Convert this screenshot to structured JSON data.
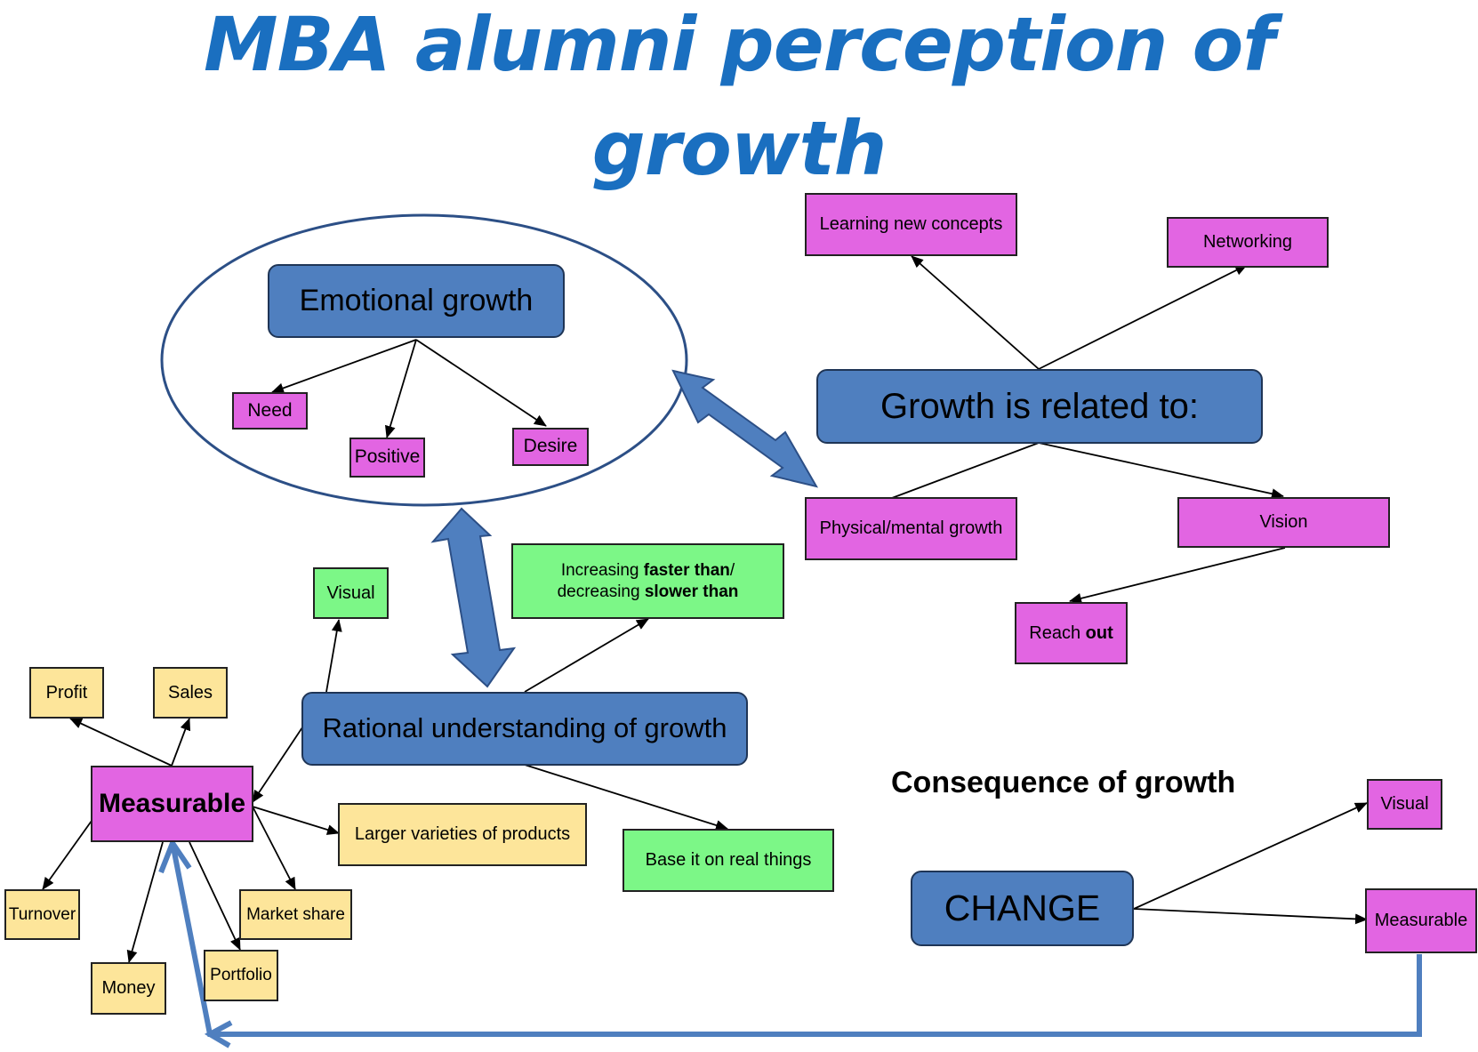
{
  "title": {
    "line1": "MBA alumni perception of",
    "line2": "growth"
  },
  "colors": {
    "title": "#1a6fc0",
    "main_node": "#4f7fbf",
    "pink_node": "#e265e2",
    "yellow_node": "#fde59a",
    "green_node": "#7cf787",
    "double_arrow": "#4f7fbf",
    "feedback_arrow": "#4f7fbf",
    "ellipse_stroke": "#2c4f86"
  },
  "nodes": {
    "emotional_growth": "Emotional growth",
    "need": "Need",
    "positive": "Positive",
    "desire": "Desire",
    "growth_related": "Growth is related to:",
    "learning_new_concepts": "Learning new concepts",
    "networking": "Networking",
    "physical_mental_growth": "Physical/mental growth",
    "vision": "Vision",
    "reach_out": {
      "pre": "Reach ",
      "bold": "out"
    },
    "rational_understanding": "Rational understanding of growth",
    "visual_green": "Visual",
    "increasing": {
      "a": "Increasing ",
      "b": "faster than",
      "c": "/",
      "d": "decreasing ",
      "e": "slower than"
    },
    "base_it": "Base it on real things",
    "measurable_main": "Measurable",
    "profit": "Profit",
    "sales": "Sales",
    "larger_varieties": "Larger varieties of products",
    "turnover": "Turnover",
    "market_share": "Market share",
    "money": "Money",
    "portfolio": "Portfolio",
    "consequence_label": "Consequence of growth",
    "change": "CHANGE",
    "visual_right": "Visual",
    "measurable_right": "Measurable"
  }
}
